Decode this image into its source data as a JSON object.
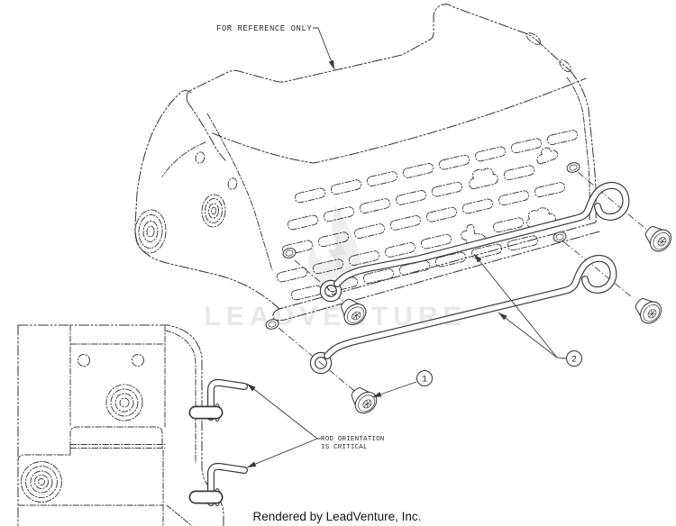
{
  "colors": {
    "background": "#ffffff",
    "line": "#3a3a3a",
    "text": "#2b2b2b",
    "watermark": "#e8e8e8"
  },
  "notes": {
    "reference": "FOR REFERENCE ONLY",
    "rod_orientation_line1": "ROD ORIENTATION",
    "rod_orientation_line2": "IS CRITICAL"
  },
  "callouts": [
    {
      "number": "1"
    },
    {
      "number": "2"
    }
  ],
  "watermark": {
    "text": "LEADVENTURE"
  },
  "footer": {
    "credit": "Rendered by LeadVenture, Inc."
  }
}
